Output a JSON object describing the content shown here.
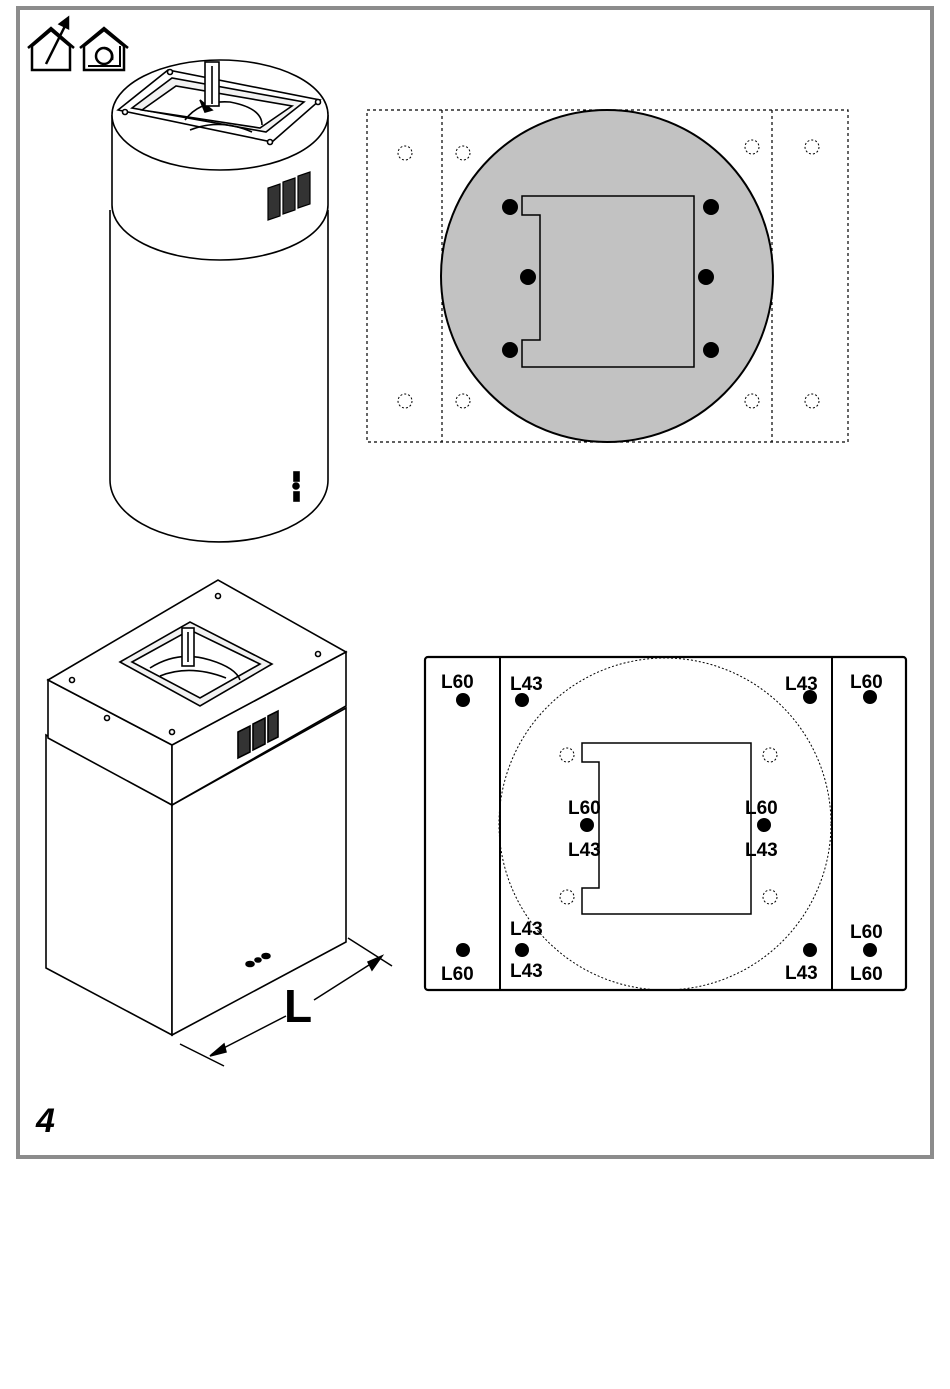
{
  "figure": {
    "number": "4",
    "dimension_label": "L"
  },
  "icons": [
    "house-exhaust-icon",
    "house-recirculation-icon"
  ],
  "colors": {
    "frame": "#8c8c8c",
    "cylinder_plate": "#c2c2c2",
    "line": "#000000"
  },
  "labels": {
    "l60": "L60",
    "l43": "L43"
  }
}
